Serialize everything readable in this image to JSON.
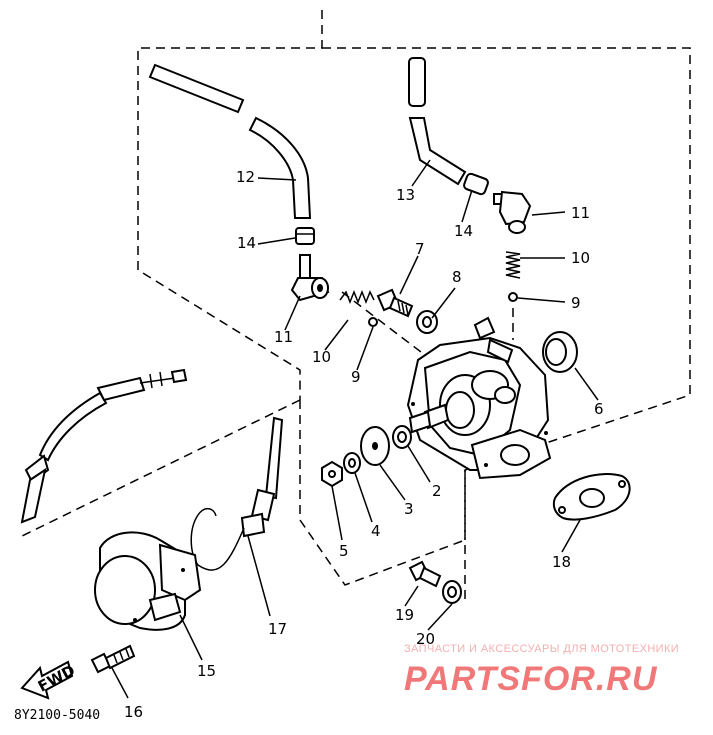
{
  "diagram": {
    "part_code": "8Y2100-5040",
    "fwd_label": "FWD",
    "callouts": [
      "12",
      "14",
      "11",
      "10",
      "9",
      "13",
      "14",
      "11",
      "10",
      "9",
      "7",
      "8",
      "6",
      "2",
      "3",
      "4",
      "5",
      "18",
      "19",
      "20",
      "15",
      "16",
      "17"
    ]
  },
  "watermark": {
    "tagline": "ЗАПЧАСТИ И АКСЕССУАРЫ ДЛЯ МОТОТЕХНИКИ",
    "logo": "PARTSFOR.RU"
  }
}
